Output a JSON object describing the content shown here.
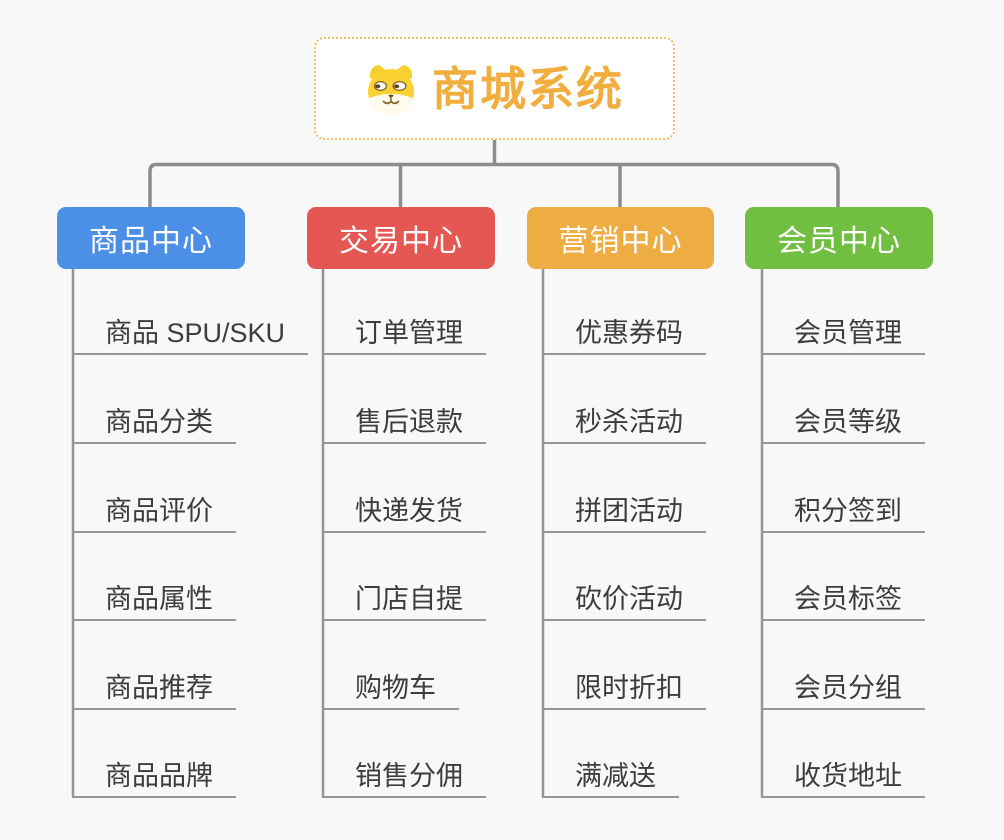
{
  "canvas": {
    "background_color": "#f8f8f8",
    "connector_color": "#8c8c8c",
    "underline_color": "#969696"
  },
  "root": {
    "label": "商城系统",
    "icon": "dog-face-icon",
    "text_color": "#f1ae3f",
    "border_color": "#f3bd62",
    "background_color": "#ffffff"
  },
  "branches": [
    {
      "label": "商品中心",
      "color": "#4c8fe6",
      "children": [
        "商品 SPU/SKU",
        "商品分类",
        "商品评价",
        "商品属性",
        "商品推荐",
        "商品品牌"
      ]
    },
    {
      "label": "交易中心",
      "color": "#e45752",
      "children": [
        "订单管理",
        "售后退款",
        "快递发货",
        "门店自提",
        "购物车",
        "销售分佣"
      ]
    },
    {
      "label": "营销中心",
      "color": "#edad42",
      "children": [
        "优惠券码",
        "秒杀活动",
        "拼团活动",
        "砍价活动",
        "限时折扣",
        "满减送"
      ]
    },
    {
      "label": "会员中心",
      "color": "#71bf40",
      "children": [
        "会员管理",
        "会员等级",
        "积分签到",
        "会员标签",
        "会员分组",
        "收货地址"
      ]
    }
  ]
}
